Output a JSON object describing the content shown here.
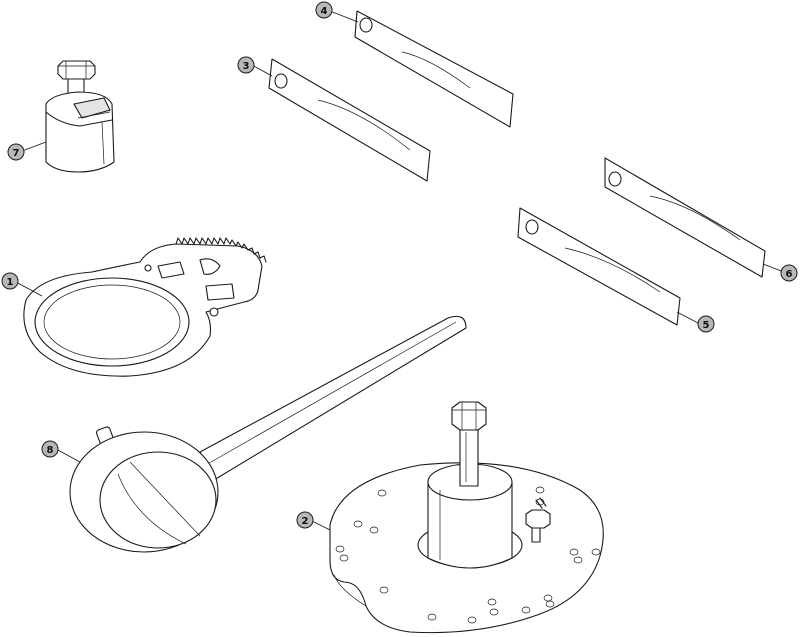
{
  "colors": {
    "line": "#1a1a1a",
    "callout_fill": "#b8b8b8",
    "callout_text": "#111111",
    "background": "#ffffff"
  },
  "callouts": {
    "c1": "1",
    "c2": "2",
    "c3": "3",
    "c4": "4",
    "c5": "5",
    "c6": "6",
    "c7": "7",
    "c8": "8"
  }
}
